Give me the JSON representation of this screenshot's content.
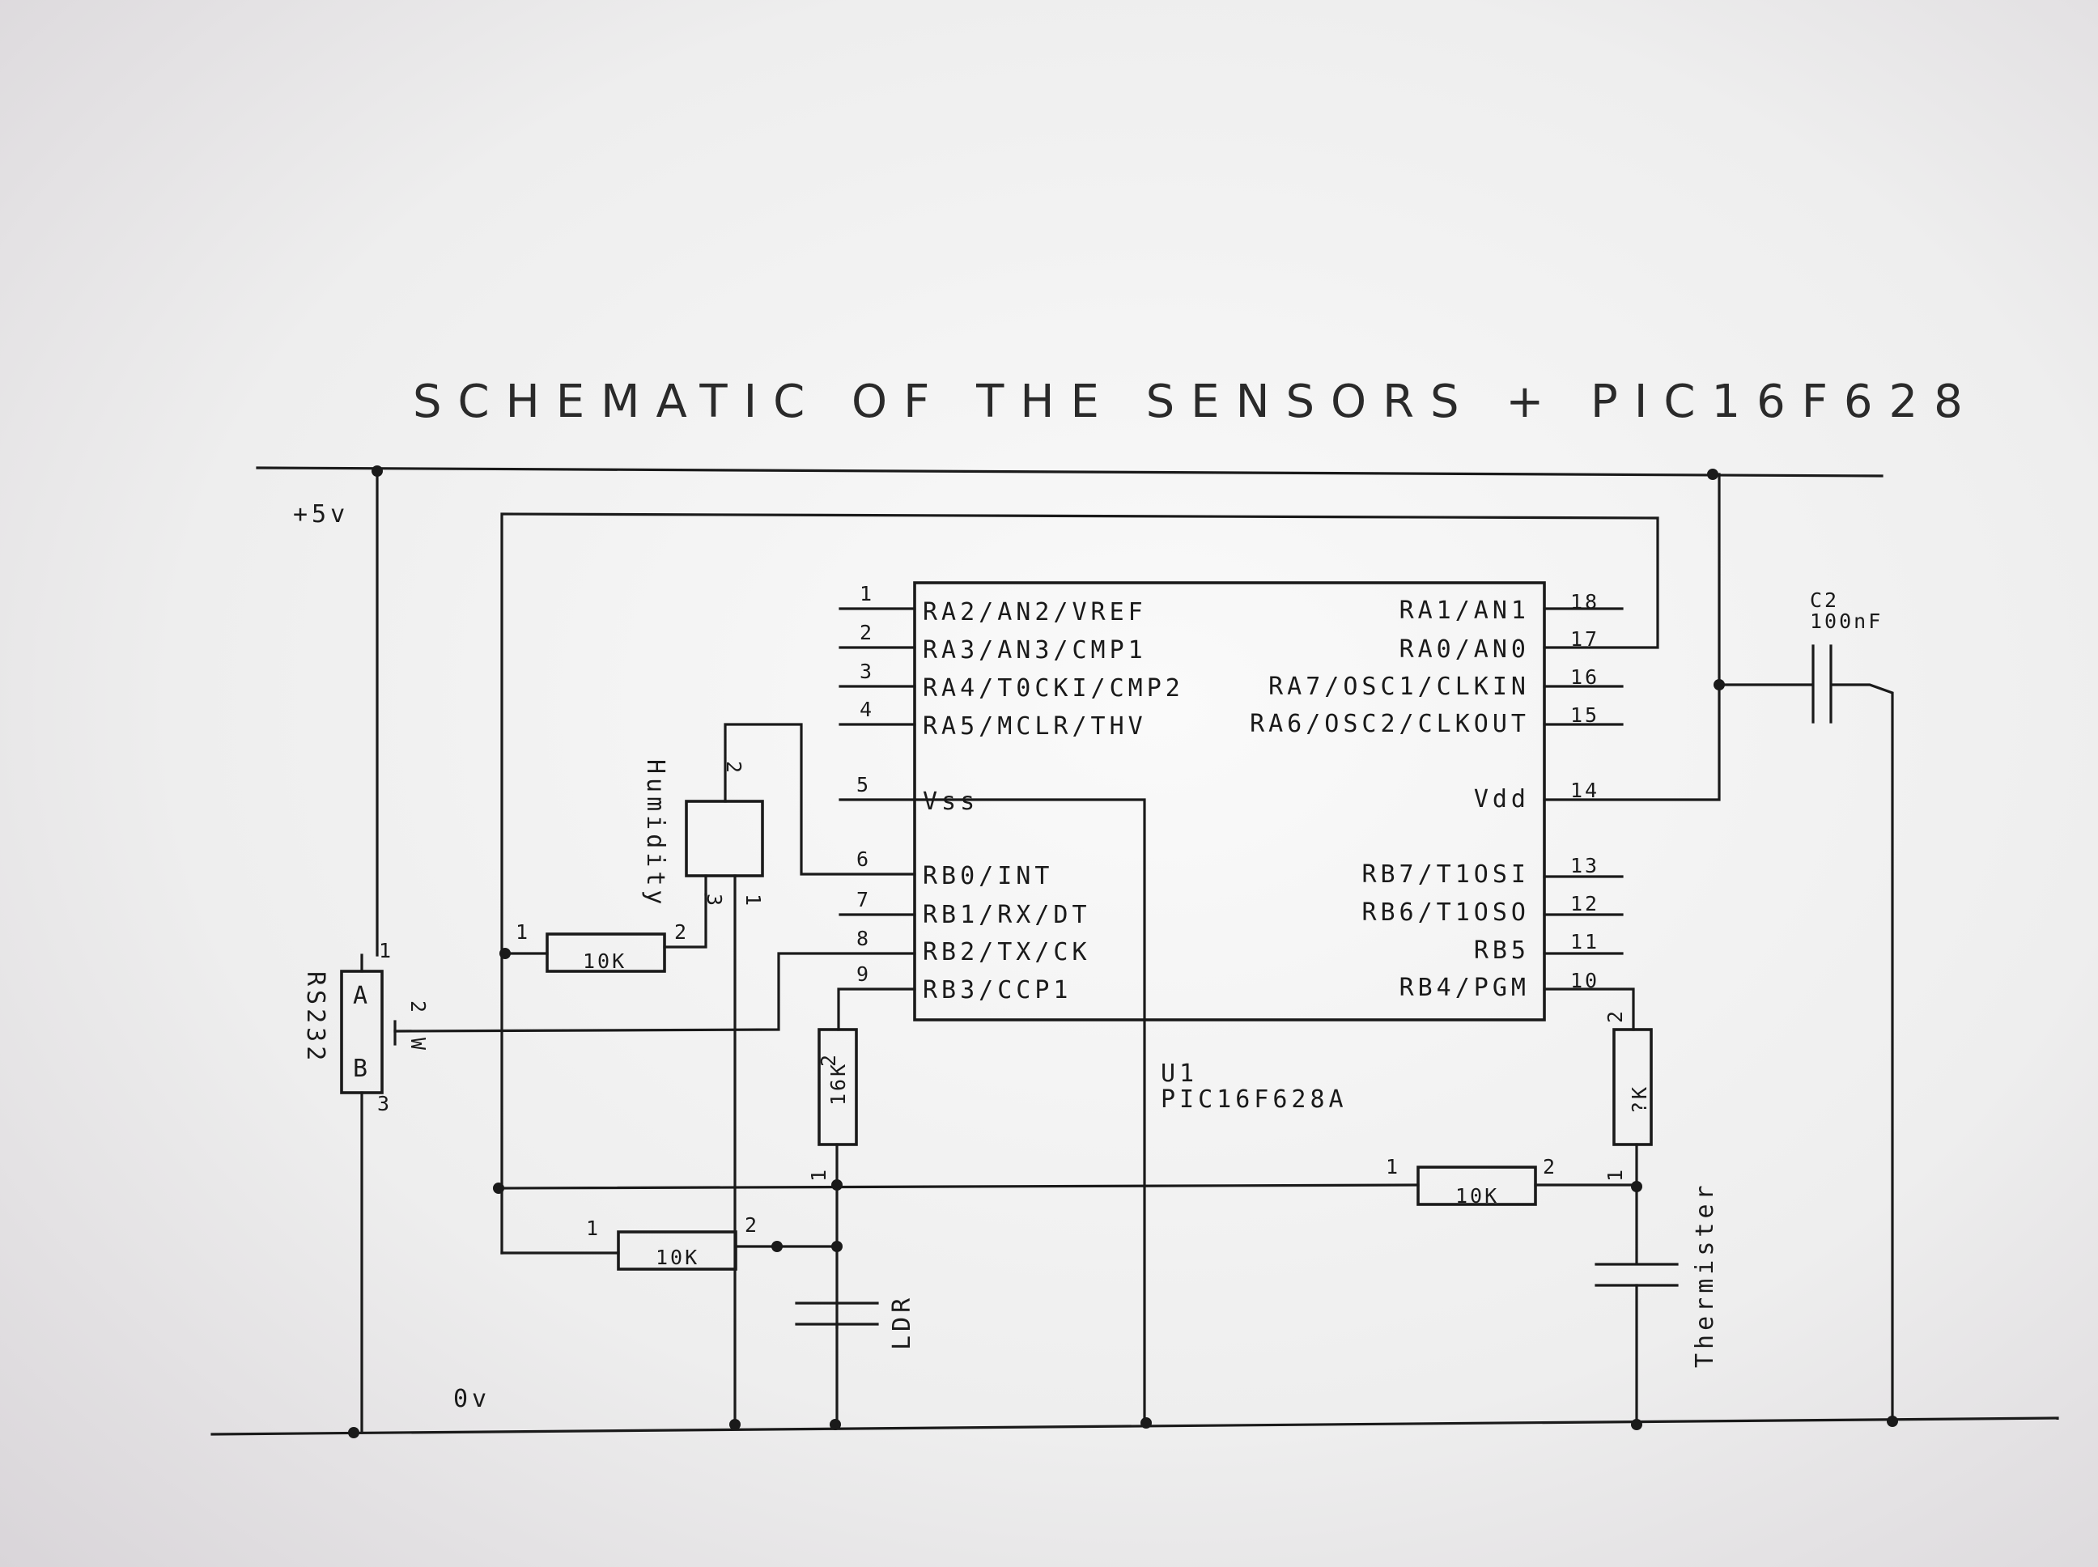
{
  "title": "SCHEMATIC OF THE SENSORS + PIC16F628",
  "rails": {
    "plus": "+5v",
    "zero": "0v"
  },
  "chip": {
    "ref": "U1",
    "part": "PIC16F628A",
    "left_pins": [
      {
        "num": "1",
        "name": "RA2/AN2/VREF"
      },
      {
        "num": "2",
        "name": "RA3/AN3/CMP1"
      },
      {
        "num": "3",
        "name": "RA4/T0CKI/CMP2"
      },
      {
        "num": "4",
        "name": "RA5/MCLR/THV"
      },
      {
        "num": "5",
        "name": "Vss"
      },
      {
        "num": "6",
        "name": "RB0/INT"
      },
      {
        "num": "7",
        "name": "RB1/RX/DT"
      },
      {
        "num": "8",
        "name": "RB2/TX/CK"
      },
      {
        "num": "9",
        "name": "RB3/CCP1"
      }
    ],
    "right_pins": [
      {
        "num": "18",
        "name": "RA1/AN1"
      },
      {
        "num": "17",
        "name": "RA0/AN0"
      },
      {
        "num": "16",
        "name": "RA7/OSC1/CLKIN"
      },
      {
        "num": "15",
        "name": "RA6/OSC2/CLKOUT"
      },
      {
        "num": "14",
        "name": "Vdd"
      },
      {
        "num": "13",
        "name": "RB7/T1OSI"
      },
      {
        "num": "12",
        "name": "RB6/T1OSO"
      },
      {
        "num": "11",
        "name": "RB5"
      },
      {
        "num": "10",
        "name": "RB4/PGM"
      }
    ]
  },
  "capacitor": {
    "ref": "C2",
    "value": "100nF"
  },
  "humidity": {
    "label": "Humidity",
    "pin1": "1",
    "pin2": "2",
    "pin3": "3"
  },
  "rs232": {
    "label": "RS232",
    "a": "A",
    "b": "B",
    "pin1": "1",
    "pin2": "2",
    "pin3": "3",
    "pin_w": "W"
  },
  "resistors": {
    "r_humidity": {
      "value": "10K",
      "p1": "1",
      "p2": "2"
    },
    "r_ldr_series": {
      "value": "16K",
      "p1": "1",
      "p2": "2"
    },
    "r_ldr_pull": {
      "value": "10K",
      "p1": "1",
      "p2": "2"
    },
    "r_bottom": {
      "value": "10K",
      "p1": "1",
      "p2": "2"
    },
    "r_therm": {
      "value": "?K",
      "p1": "1",
      "p2": "2"
    }
  },
  "ldr": {
    "label": "LDR"
  },
  "thermister": {
    "label": "Thermister"
  }
}
